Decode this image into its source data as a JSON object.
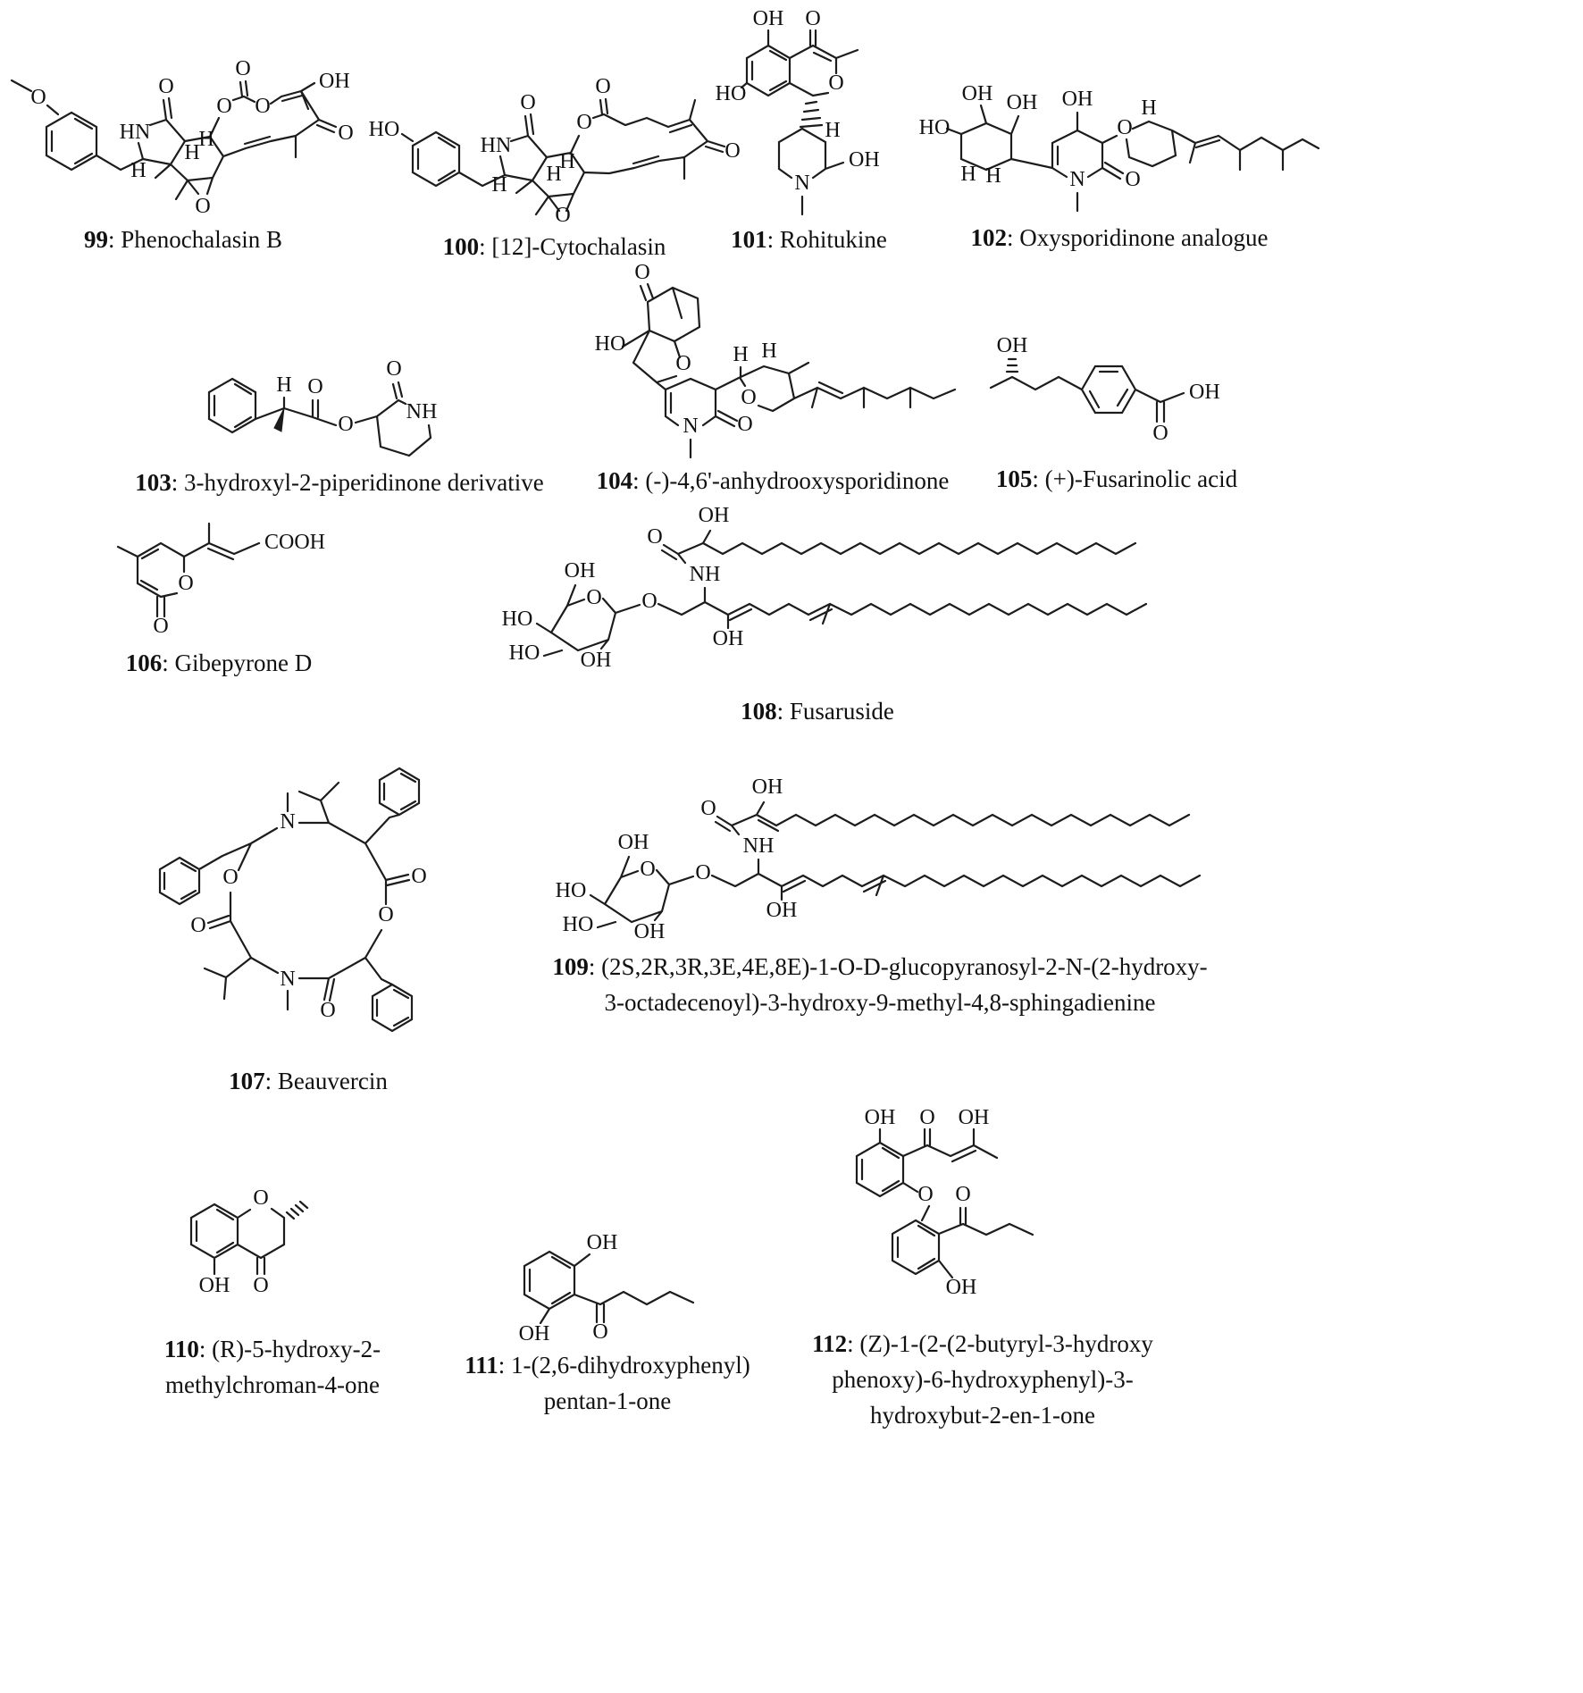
{
  "colors": {
    "ink": "#1c1c1c",
    "background": "#ffffff"
  },
  "compounds": [
    {
      "number": "99",
      "label": ": Phenochalasin B",
      "atoms": [
        "O",
        "HN",
        "O",
        "O",
        "O",
        "O",
        "OH",
        "O",
        "O",
        "H",
        "H",
        "H"
      ]
    },
    {
      "number": "100",
      "label": ": [12]-Cytochalasin",
      "atoms": [
        "HO",
        "HN",
        "O",
        "O",
        "O",
        "O",
        "O",
        "H",
        "H",
        "H"
      ]
    },
    {
      "number": "101",
      "label": ": Rohitukine",
      "atoms": [
        "OH",
        "O",
        "HO",
        "O",
        "N",
        "OH",
        "H"
      ]
    },
    {
      "number": "102",
      "label": ": Oxysporidinone analogue",
      "atoms": [
        "HO",
        "OH",
        "OH",
        "OH",
        "H",
        "H",
        "N",
        "O",
        "O",
        "H"
      ]
    },
    {
      "number": "103",
      "label": ": 3-hydroxyl-2-piperidinone derivative",
      "atoms": [
        "H",
        "O",
        "O",
        "O",
        "NH"
      ]
    },
    {
      "number": "104",
      "label": ": (-)-4,6'-anhydrooxysporidinone",
      "atoms": [
        "O",
        "HO",
        "O",
        "N",
        "O",
        "H",
        "O",
        "H"
      ]
    },
    {
      "number": "105",
      "label": ": (+)-Fusarinolic acid",
      "atoms": [
        "OH",
        "O",
        "OH"
      ]
    },
    {
      "number": "106",
      "label": ": Gibepyrone D",
      "atoms": [
        "O",
        "O",
        "COOH"
      ]
    },
    {
      "number": "108",
      "label": ": Fusaruside",
      "atoms": [
        "OH",
        "O",
        "HO",
        "HO",
        "OH",
        "O",
        "NH",
        "O",
        "OH",
        "OH"
      ]
    },
    {
      "number": "107",
      "label": ": Beauvercin",
      "atoms": [
        "O",
        "O",
        "N",
        "N",
        "O",
        "O",
        "O"
      ]
    },
    {
      "number": "109",
      "label": ": (2S,2R,3R,3E,4E,8E)-1-O-D-glucopyranosyl-2-N-(2-hydroxy-",
      "line2": "3-octadecenoyl)-3-hydroxy-9-methyl-4,8-sphingadienine",
      "atoms": [
        "OH",
        "O",
        "HO",
        "HO",
        "OH",
        "O",
        "NH",
        "O",
        "OH",
        "OH"
      ]
    },
    {
      "number": "110",
      "label": ": (R)-5-hydroxy-2-",
      "line2": "methylchroman-4-one",
      "atoms": [
        "O",
        "OH",
        "O"
      ]
    },
    {
      "number": "111",
      "label": ": 1-(2,6-dihydroxyphenyl)",
      "line2": "pentan-1-one",
      "atoms": [
        "OH",
        "OH",
        "O"
      ]
    },
    {
      "number": "112",
      "label": ": (Z)-1-(2-(2-butyryl-3-hydroxy",
      "line2": "phenoxy)-6-hydroxyphenyl)-3-",
      "line3": "hydroxybut-2-en-1-one",
      "atoms": [
        "OH",
        "O",
        "OH",
        "O",
        "O",
        "OH"
      ]
    }
  ]
}
